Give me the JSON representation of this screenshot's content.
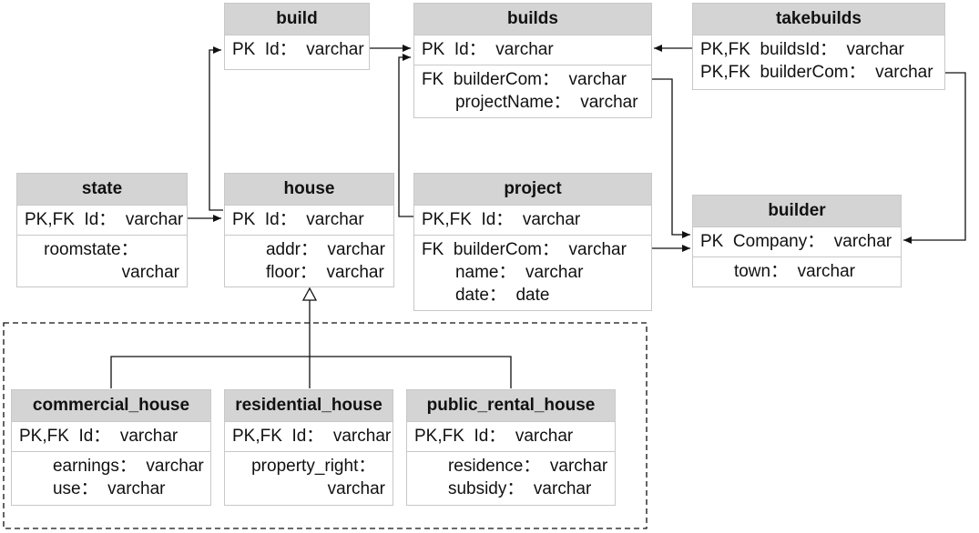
{
  "entities": {
    "build": {
      "name": "build",
      "key_rows": [
        "PK  Id：  varchar"
      ],
      "attr_rows": []
    },
    "builds": {
      "name": "builds",
      "key_rows": [
        "PK  Id：  varchar"
      ],
      "attr_rows": [
        "FK  builderCom：  varchar",
        "       projectName：  varchar"
      ]
    },
    "takebuilds": {
      "name": "takebuilds",
      "key_rows": [
        "PK,FK  buildsId：  varchar",
        "PK,FK  builderCom：  varchar"
      ],
      "attr_rows": []
    },
    "state": {
      "name": "state",
      "key_rows": [
        "PK,FK  Id：  varchar"
      ],
      "attr_rows": [
        "    roomstate：",
        "varchar"
      ]
    },
    "house": {
      "name": "house",
      "key_rows": [
        "PK  Id：  varchar"
      ],
      "attr_rows": [
        "       addr：  varchar",
        "       floor：  varchar"
      ]
    },
    "project": {
      "name": "project",
      "key_rows": [
        "PK,FK  Id：  varchar"
      ],
      "attr_rows": [
        "FK  builderCom：  varchar",
        "       name：  varchar",
        "       date：  date"
      ]
    },
    "builder": {
      "name": "builder",
      "key_rows": [
        "PK  Company：  varchar"
      ],
      "attr_rows": [
        "       town：  varchar"
      ]
    },
    "commercial_house": {
      "name": "commercial_house",
      "key_rows": [
        "PK,FK  Id：  varchar"
      ],
      "attr_rows": [
        "       earnings：  varchar",
        "       use：  varchar"
      ]
    },
    "residential_house": {
      "name": "residential_house",
      "key_rows": [
        "PK,FK  Id：  varchar"
      ],
      "attr_rows": [
        "    property_right：",
        "varchar"
      ]
    },
    "public_rental_house": {
      "name": "public_rental_house",
      "key_rows": [
        "PK,FK  Id：  varchar"
      ],
      "attr_rows": [
        "       residence：  varchar",
        "       subsidy：  varchar"
      ]
    }
  },
  "relationships": [
    {
      "from": "house",
      "to": "build",
      "kind": "reference"
    },
    {
      "from": "state",
      "to": "house",
      "kind": "reference"
    },
    {
      "from": "build",
      "to": "builds",
      "kind": "reference"
    },
    {
      "from": "project",
      "to": "builds",
      "kind": "reference"
    },
    {
      "from": "takebuilds",
      "to": "builds",
      "kind": "reference"
    },
    {
      "from": "takebuilds",
      "to": "builder",
      "kind": "reference"
    },
    {
      "from": "builds",
      "to": "builder",
      "kind": "reference"
    },
    {
      "from": "project",
      "to": "builder",
      "kind": "reference"
    },
    {
      "from": "commercial_house",
      "to": "house",
      "kind": "inheritance"
    },
    {
      "from": "residential_house",
      "to": "house",
      "kind": "inheritance"
    },
    {
      "from": "public_rental_house",
      "to": "house",
      "kind": "inheritance"
    }
  ],
  "colors": {
    "header": "#d4d4d4",
    "border": "#c8c8c8",
    "line": "#111111"
  }
}
